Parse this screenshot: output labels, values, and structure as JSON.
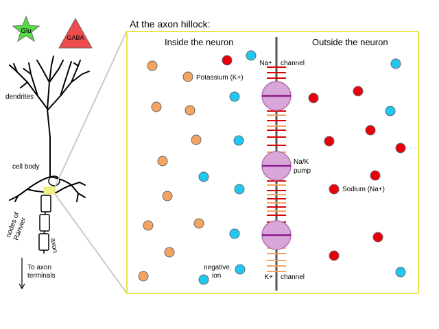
{
  "legend": {
    "glu": "Glu",
    "gaba": "GABA"
  },
  "neuron_labels": {
    "dendrites": "dendrites",
    "cell_body": "cell body",
    "nodes_of_ranvier_line1": "nodes of",
    "nodes_of_ranvier_line2": "Ranvier",
    "axon": "axon",
    "to_axon_terminals_line1": "To axon",
    "to_axon_terminals_line2": "terminals"
  },
  "panel": {
    "title": "At the axon hillock:",
    "inside_label": "Inside the neuron",
    "outside_label": "Outside the neuron",
    "na_channel_left": "Na+",
    "na_channel_right": "channel",
    "k_channel_left": "K+",
    "k_channel_right": "channel",
    "pump_line1": "Na/K",
    "pump_line2": "pump",
    "potassium_label": "Potassium (K+)",
    "sodium_label": "Sodium (Na+)",
    "negative_line1": "negative",
    "negative_line2": "ion"
  },
  "colors": {
    "glu": "#55dd44",
    "gaba": "#ee4c4c",
    "potassium": "#f4a460",
    "sodium": "#e8000b",
    "negative_ion": "#1ec8f0",
    "pump": "#d9a6d9",
    "pump_line": "#8b1a8b",
    "na_channel": "#dd0000",
    "k_channel": "#f4a460",
    "panel_border": "#e6e64d",
    "hillock": "#f2f28c"
  }
}
